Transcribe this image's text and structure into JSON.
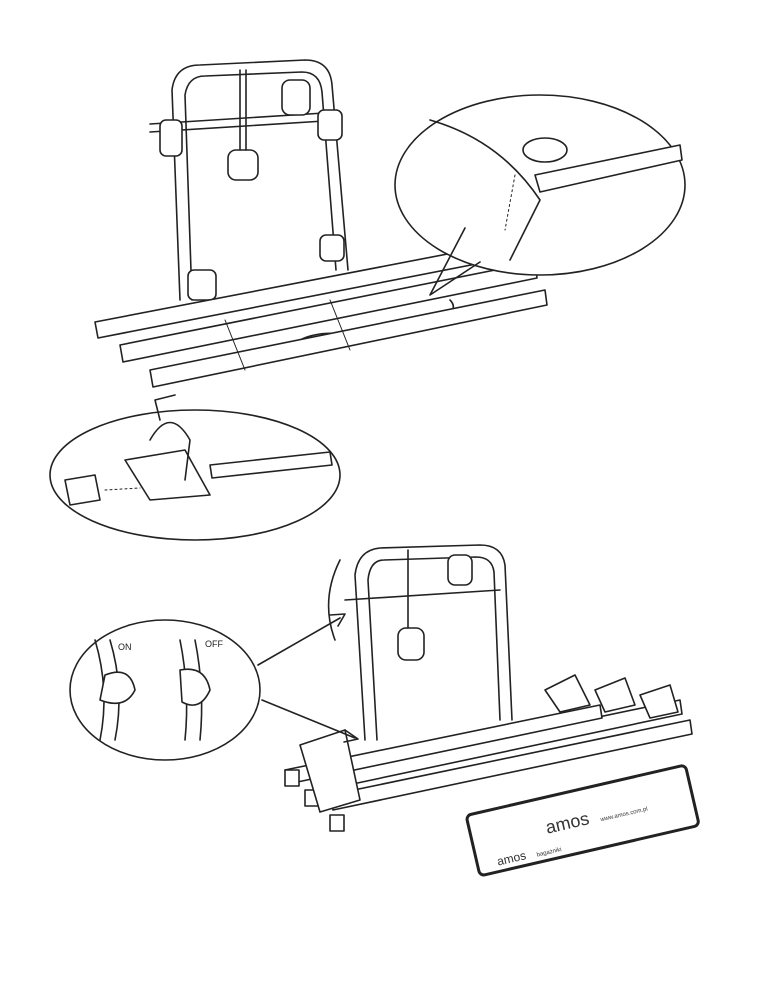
{
  "detail_switch": {
    "on_label": "ON",
    "off_label": "OFF"
  },
  "license_plate": {
    "brand": "amos",
    "url": "www.amos.com.pl",
    "brand_small": "amos",
    "tagline": "bagażniki"
  },
  "colors": {
    "line": "#222222",
    "background": "#ffffff"
  }
}
